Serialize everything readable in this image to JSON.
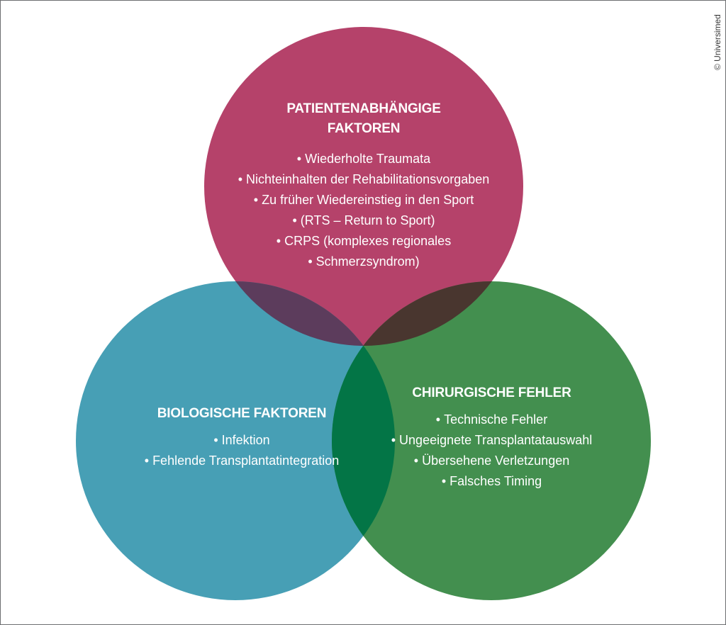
{
  "colors": {
    "patient_circle": "#b5426a",
    "biological_circle": "#479fb5",
    "surgical_circle": "#438f4f",
    "overlap_patient_biological": "#5c3c5c",
    "overlap_patient_surgical": "#49362f",
    "overlap_biological_surgical": "#037546",
    "text": "#ffffff",
    "frame_border": "#6d6e71"
  },
  "patient": {
    "title_line1": "PATIENTENABHÄNGIGE",
    "title_line2": "FAKTOREN",
    "items": [
      "Wiederholte Traumata",
      "Nichteinhalten der Rehabilitationsvorgaben",
      "Zu früher Wiedereinstieg in den Sport",
      "(RTS – Return to Sport)",
      "CRPS (komplexes regionales",
      "Schmerzsyndrom)"
    ]
  },
  "biological": {
    "title": "BIOLOGISCHE FAKTOREN",
    "items": [
      "Infektion",
      "Fehlende Transplantatintegration"
    ]
  },
  "surgical": {
    "title": "CHIRURGISCHE FEHLER",
    "items": [
      "Technische Fehler",
      "Ungeeignete Transplantatauswahl",
      "Übersehene Verletzungen",
      "Falsches Timing"
    ]
  },
  "copyright": "© Universimed"
}
